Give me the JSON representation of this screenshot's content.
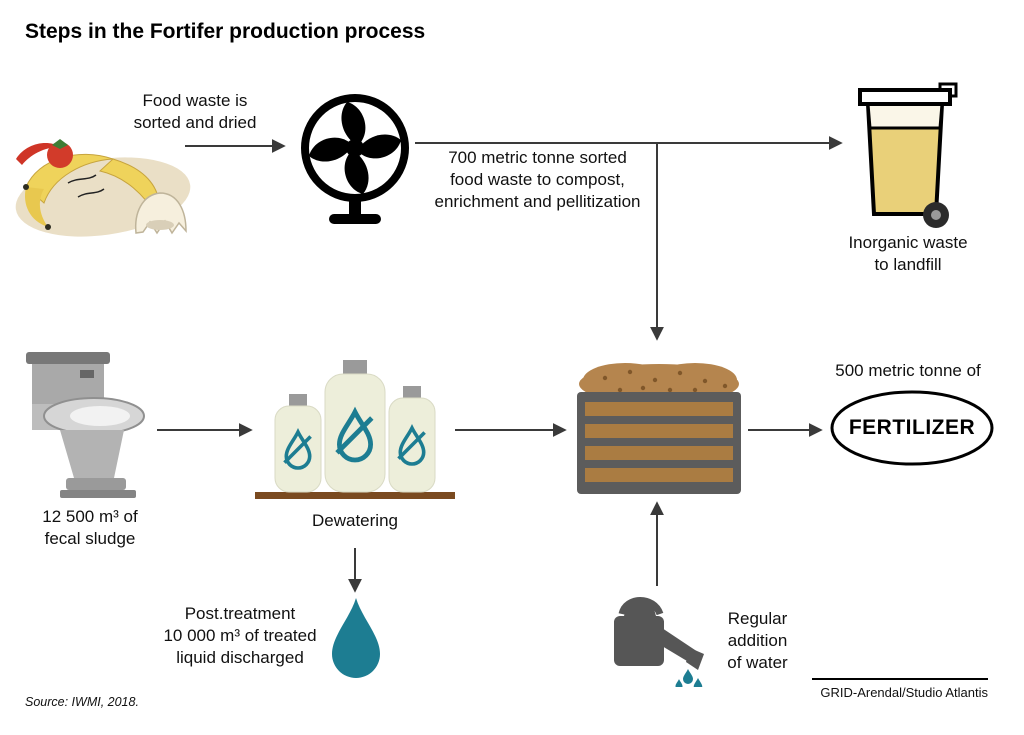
{
  "title": "Steps in the Fortifer production process",
  "labels": {
    "food_sorted": "Food waste is\nsorted and dried",
    "compost_input": "700 metric tonne sorted\nfood waste to compost,\nenrichment and pellitization",
    "inorganic_waste": "Inorganic waste\nto landfill",
    "fecal_sludge": "12 500 m³ of\nfecal sludge",
    "dewatering": "Dewatering",
    "post_treatment": "Post.treatment\n10 000 m³ of treated\nliquid discharged",
    "fertilizer_amount": "500 metric tonne of",
    "fertilizer": "FERTILIZER",
    "water_addition": "Regular\naddition\nof water"
  },
  "footer": {
    "source": "Source: IWMI, 2018.",
    "credit": "GRID-Arendal/Studio Atlantis"
  },
  "icons": {
    "food_waste": "food-waste-illustration",
    "fan": "drying-fan-icon",
    "bin": "waste-bin-icon",
    "toilet": "toilet-icon",
    "bottles": "dewatering-bottles-icon",
    "drop": "water-drop-icon",
    "compost": "compost-bed-icon",
    "watering_can": "watering-can-icon",
    "fertilizer_badge": "fertilizer-oval-badge"
  },
  "colors": {
    "arrow": "#3a3a3a",
    "teal": "#1d7d92",
    "bin_yellow": "#e9d079",
    "bottle_fill": "#edeeda",
    "compost_brown": "#aa7c42",
    "compost_frame": "#5c5c5c",
    "pile_brown": "#b5854e",
    "metal_gray": "#565656",
    "banana_yellow": "#efd35b",
    "tomato_red": "#d23b2a",
    "table_brown": "#7a4a20"
  }
}
